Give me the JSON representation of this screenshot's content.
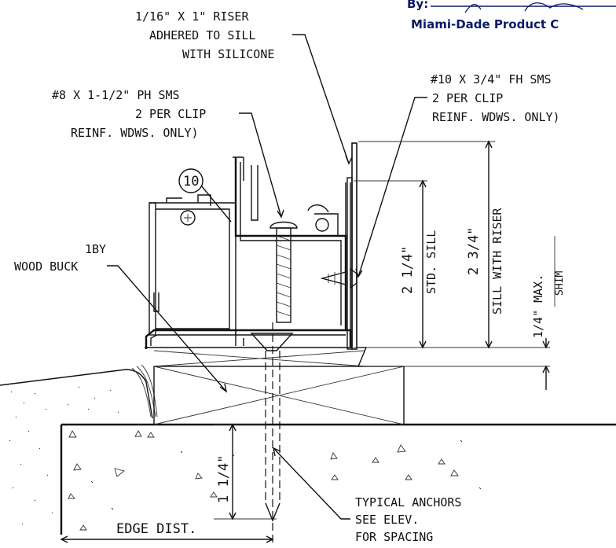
{
  "stamp": {
    "by_label": "By:",
    "org": "Miami-Dade Product C"
  },
  "callouts": {
    "riser": [
      "1/16\" X 1\" RISER",
      "ADHERED TO SILL",
      "WITH SILICONE"
    ],
    "ph_sms": [
      "#8 X 1-1/2\" PH SMS",
      "2 PER CLIP",
      "REINF. WDWS. ONLY)"
    ],
    "fh_sms": [
      "#10 X 3/4\" FH SMS",
      "2 PER CLIP",
      "REINF. WDWS. ONLY)"
    ],
    "buck": [
      "1BY",
      "WOOD BUCK"
    ],
    "anchors": [
      "TYPICAL ANCHORS",
      "SEE ELEV.",
      "FOR SPACING"
    ],
    "part_number": "10"
  },
  "dimensions": {
    "std_sill": "2 1/4\"",
    "std_sill_label": "STD. SILL",
    "sill_riser": "2 3/4\"",
    "sill_riser_label": "SILL WITH RISER",
    "shim": "1/4\" MAX.",
    "shim_label": "SHIM",
    "embed": "1 1/4\"",
    "edge_dist": "EDGE DIST."
  }
}
